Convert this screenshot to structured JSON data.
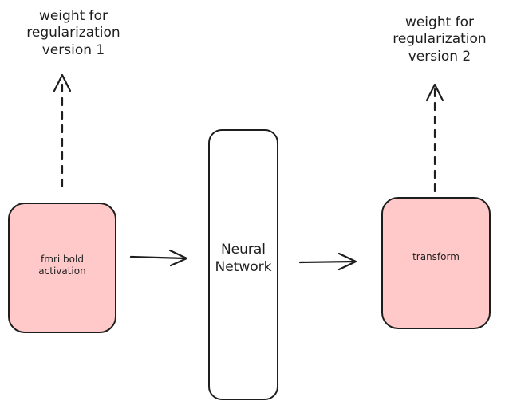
{
  "diagram": {
    "nodes": {
      "fmri": {
        "label": "fmri bold\nactivation",
        "fill": "#ffc9c9",
        "stroke": "#1e1e1e"
      },
      "neural_network": {
        "label": "Neural\nNetwork",
        "fill": "#ffffff",
        "stroke": "#1e1e1e"
      },
      "transform": {
        "label": "transform",
        "fill": "#ffc9c9",
        "stroke": "#1e1e1e"
      }
    },
    "outputs": {
      "version1": {
        "label": "weight for\nregularization\nversion 1"
      },
      "version2": {
        "label": "weight for\nregularization\nversion 2"
      }
    },
    "edges": [
      {
        "from": "fmri",
        "to": "neural_network",
        "style": "solid"
      },
      {
        "from": "neural_network",
        "to": "transform",
        "style": "solid"
      },
      {
        "from": "fmri",
        "to": "version1",
        "style": "dashed"
      },
      {
        "from": "transform",
        "to": "version2",
        "style": "dashed"
      }
    ]
  }
}
